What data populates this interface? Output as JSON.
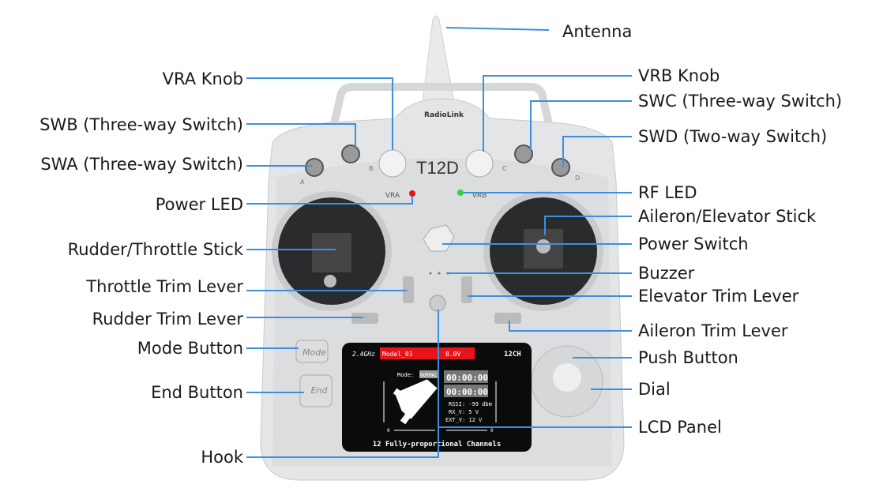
{
  "colors": {
    "leader": "#3b8fe0",
    "body": "#e6e7e8",
    "lcd_bar": "#e8141c"
  },
  "device": {
    "brand": "RadioLink",
    "model": "T12D",
    "vra": "VRA",
    "vrb": "VRB",
    "sw_a": "A",
    "sw_b": "B",
    "sw_c": "C",
    "sw_d": "D",
    "mode_btn": "Mode",
    "end_btn": "End"
  },
  "lcd": {
    "band": "2.4GHz",
    "model_name": "Model_01",
    "voltage": "8.0V",
    "channels": "12CH",
    "mode_label": "Mode:",
    "mode_value": "NORMAL",
    "timer1": "00:00:00",
    "timer2": "00:00:00",
    "rssi": "RSSI: -99 dbm",
    "rx_v": "RX_V:   5 V",
    "ext_v": "EXT_V:  12 V",
    "zero": "0",
    "footer": "12 Fully-proportional Channels"
  },
  "labels_left": [
    "VRA Knob",
    "SWB (Three-way Switch)",
    "SWA (Three-way Switch)",
    "Power LED",
    "Rudder/Throttle Stick",
    "Throttle Trim Lever",
    "Rudder Trim Lever",
    "Mode Button",
    "End Button",
    "Hook"
  ],
  "labels_right": [
    "Antenna",
    "VRB Knob",
    "SWC (Three-way Switch)",
    "SWD (Two-way Switch)",
    "RF LED",
    "Aileron/Elevator Stick",
    "Power Switch",
    "Buzzer",
    "Elevator Trim Lever",
    "Aileron Trim Lever",
    "Push Button",
    "Dial",
    "LCD Panel"
  ]
}
